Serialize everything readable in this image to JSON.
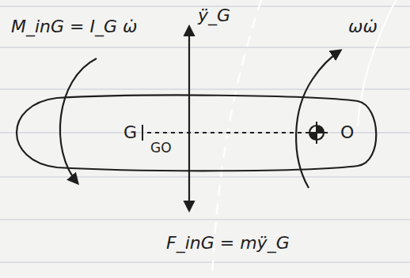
{
  "diagram": {
    "nodes": [
      {
        "text": [
          "G",
          "GO",
          "O"
        ]
      }
    ],
    "labels": [
      "M_inG = I_G ω̇",
      "ÿ_G",
      "ωω̇",
      "F_inG = mÿ_G"
    ]
  }
}
